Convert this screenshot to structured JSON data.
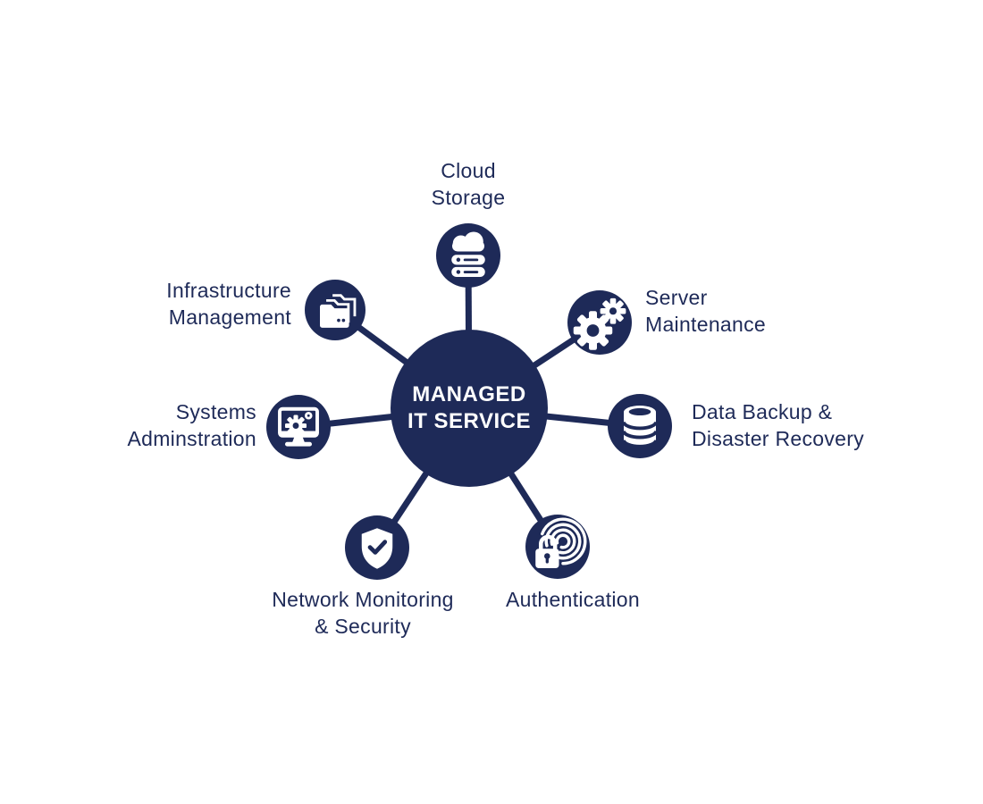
{
  "hub": {
    "title_line1": "MANAGED",
    "title_line2": "IT SERVICE"
  },
  "nodes": [
    {
      "id": "cloud-storage",
      "icon": "cloud-storage-icon",
      "line1": "Cloud",
      "line2": "Storage"
    },
    {
      "id": "server-maintenance",
      "icon": "gears-icon",
      "line1": "Server",
      "line2": "Maintenance"
    },
    {
      "id": "data-backup",
      "icon": "database-icon",
      "line1": "Data Backup &",
      "line2": "Disaster Recovery"
    },
    {
      "id": "authentication",
      "icon": "fingerprint-lock-icon",
      "line1": "Authentication",
      "line2": ""
    },
    {
      "id": "network-monitoring",
      "icon": "shield-check-icon",
      "line1": "Network Monitoring",
      "line2": "& Security"
    },
    {
      "id": "systems-administration",
      "icon": "monitor-gear-icon",
      "line1": "Systems",
      "line2": "Adminstration"
    },
    {
      "id": "infrastructure-management",
      "icon": "folders-icon",
      "line1": "Infrastructure",
      "line2": "Management"
    }
  ],
  "colors": {
    "navy": "#1e2a58",
    "background": "#ffffff",
    "icon": "#ffffff"
  }
}
